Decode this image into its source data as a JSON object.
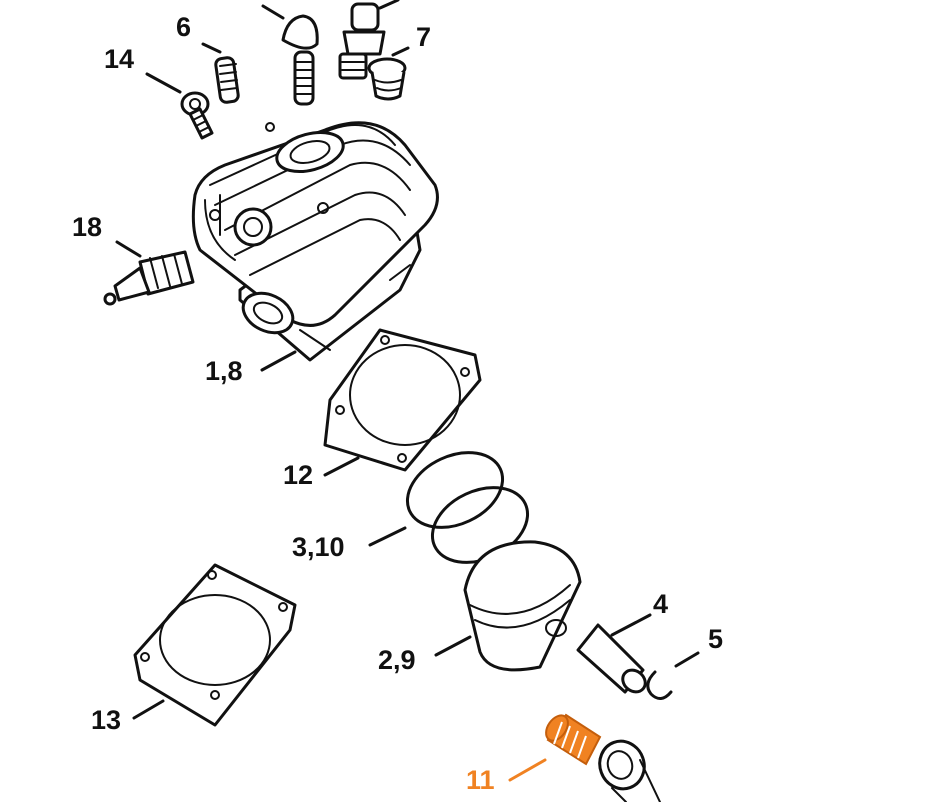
{
  "callouts": [
    {
      "id": "6",
      "text": "6"
    },
    {
      "id": "7",
      "text": "7"
    },
    {
      "id": "14",
      "text": "14"
    },
    {
      "id": "18",
      "text": "18"
    },
    {
      "id": "1-8",
      "text": "1,8"
    },
    {
      "id": "12",
      "text": "12"
    },
    {
      "id": "3-10",
      "text": "3,10"
    },
    {
      "id": "4",
      "text": "4"
    },
    {
      "id": "5",
      "text": "5"
    },
    {
      "id": "2-9",
      "text": "2,9"
    },
    {
      "id": "13",
      "text": "13"
    },
    {
      "id": "11",
      "text": "11"
    }
  ],
  "colors": {
    "line": "#111111",
    "highlight": "#f08222",
    "background": "#ffffff"
  },
  "highlighted_part": "11"
}
